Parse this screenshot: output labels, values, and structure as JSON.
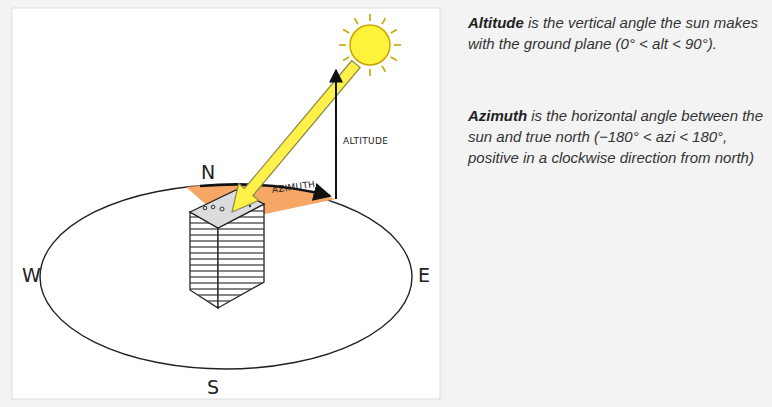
{
  "diagram": {
    "labels": [
      "N",
      "W",
      "E",
      "S",
      "ALTITUDE",
      "AZIMUTH",
      "Altitude",
      "is the vertical angle the sun makes with the ground plane (0° < alt < 90°).",
      "Azimuth",
      "is the horizontal angle between the sun and true north (−180° < azi < 180°, positive in a clockwise direction from north)"
    ]
  }
}
